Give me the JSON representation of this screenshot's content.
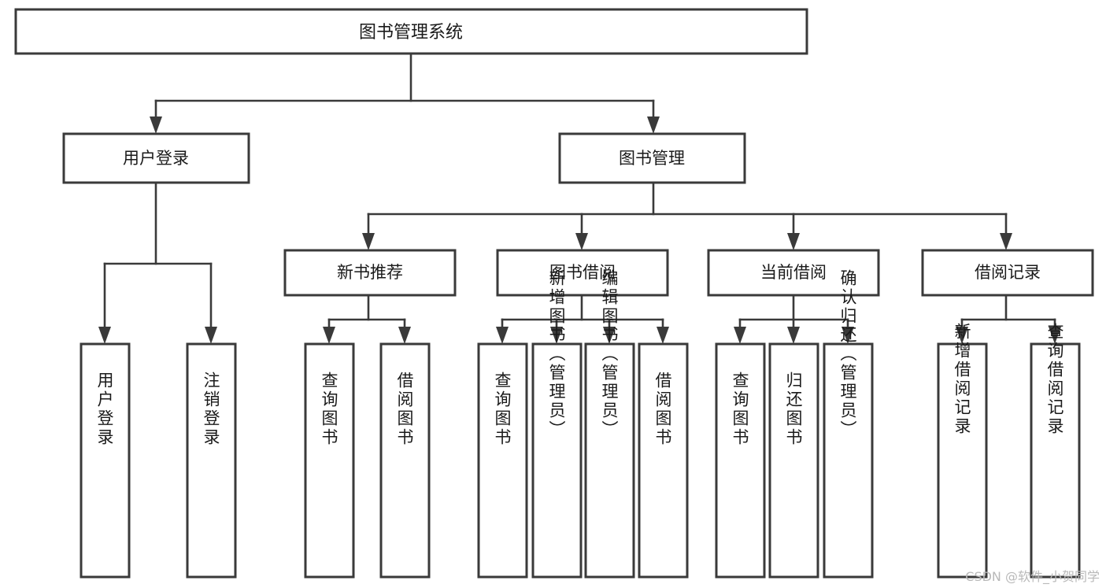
{
  "diagram": {
    "type": "tree",
    "title": "图书管理系统",
    "watermark": "CSDN @软件_小贺同学",
    "colors": {
      "box_stroke": "#3a3a3a",
      "box_fill": "#ffffff",
      "text": "#1a1a1a",
      "watermark": "#b9b9b9",
      "background": "#ffffff"
    },
    "levels": [
      {
        "level": 1,
        "nodes": [
          {
            "id": "root",
            "label": "图书管理系统",
            "orientation": "horizontal"
          }
        ]
      },
      {
        "level": 2,
        "nodes": [
          {
            "id": "user-login",
            "label": "用户登录",
            "parent": "root",
            "orientation": "horizontal"
          },
          {
            "id": "book-manage",
            "label": "图书管理",
            "parent": "root",
            "orientation": "horizontal"
          }
        ]
      },
      {
        "level": 3,
        "nodes": [
          {
            "id": "new-book-rec",
            "label": "新书推荐",
            "parent": "book-manage",
            "orientation": "horizontal"
          },
          {
            "id": "book-borrow",
            "label": "图书借阅",
            "parent": "book-manage",
            "orientation": "horizontal"
          },
          {
            "id": "current-borrow",
            "label": "当前借阅",
            "parent": "book-manage",
            "orientation": "horizontal"
          },
          {
            "id": "borrow-record",
            "label": "借阅记录",
            "parent": "book-manage",
            "orientation": "horizontal"
          }
        ]
      },
      {
        "level": 4,
        "nodes": [
          {
            "id": "leaf-user-login",
            "label": "用户登录",
            "parent": "user-login",
            "orientation": "vertical"
          },
          {
            "id": "leaf-logout",
            "label": "注销登录",
            "parent": "user-login",
            "orientation": "vertical"
          },
          {
            "id": "leaf-query-book-1",
            "label": "查询图书",
            "parent": "new-book-rec",
            "orientation": "vertical"
          },
          {
            "id": "leaf-borrow-book-1",
            "label": "借阅图书",
            "parent": "new-book-rec",
            "orientation": "vertical"
          },
          {
            "id": "leaf-query-book-2",
            "label": "查询图书",
            "parent": "book-borrow",
            "orientation": "vertical"
          },
          {
            "id": "leaf-add-book",
            "label": "新增图书（管理员）",
            "parent": "book-borrow",
            "orientation": "vertical"
          },
          {
            "id": "leaf-edit-book",
            "label": "编辑图书（管理员）",
            "parent": "book-borrow",
            "orientation": "vertical"
          },
          {
            "id": "leaf-borrow-book-2",
            "label": "借阅图书",
            "parent": "book-borrow",
            "orientation": "vertical"
          },
          {
            "id": "leaf-query-book-3",
            "label": "查询图书",
            "parent": "current-borrow",
            "orientation": "vertical"
          },
          {
            "id": "leaf-return-book",
            "label": "归还图书",
            "parent": "current-borrow",
            "orientation": "vertical"
          },
          {
            "id": "leaf-confirm-return",
            "label": "确认归还（管理员）",
            "parent": "current-borrow",
            "orientation": "vertical"
          },
          {
            "id": "leaf-add-record",
            "label": "新增借阅记录",
            "parent": "borrow-record",
            "orientation": "vertical"
          },
          {
            "id": "leaf-query-record",
            "label": "查询借阅记录",
            "parent": "borrow-record",
            "orientation": "vertical"
          }
        ]
      }
    ]
  }
}
